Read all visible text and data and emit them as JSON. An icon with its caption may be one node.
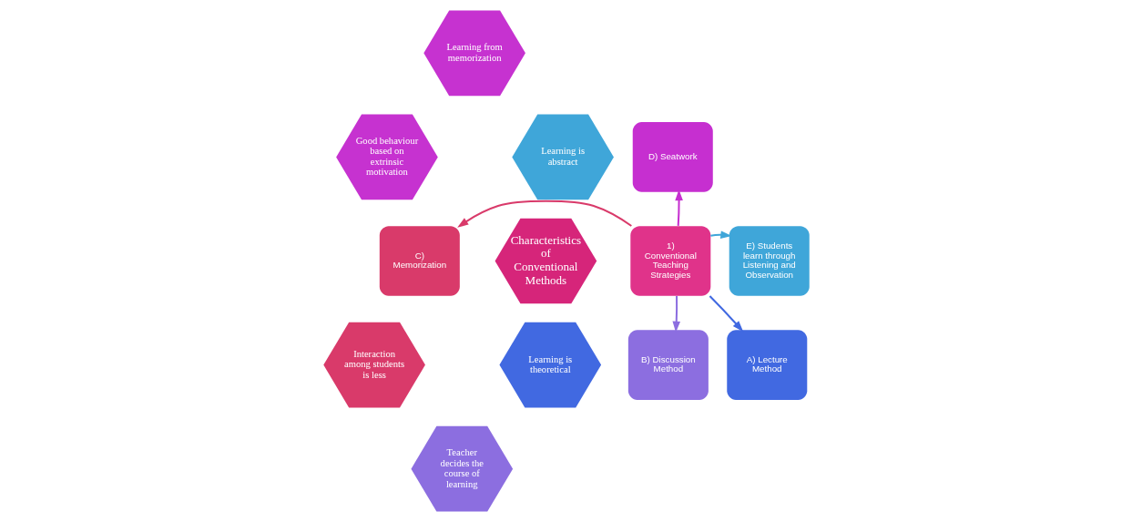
{
  "diagram": {
    "nodes": [
      {
        "text": [
          "Characteristics of Conventional Methods"
        ]
      },
      {
        "text": [
          "Learning from memorization"
        ]
      },
      {
        "text": [
          "Learning is abstract"
        ]
      },
      {
        "text": [
          "Learning is theoretical"
        ]
      },
      {
        "text": [
          "Teacher decides the course of learning"
        ]
      },
      {
        "text": [
          "Interaction among students is less"
        ]
      },
      {
        "text": [
          "Good behaviour based on extrinsic motivation"
        ]
      },
      {
        "text": [
          "D) Seatwork"
        ]
      },
      {
        "text": [
          "C) Memorization"
        ]
      },
      {
        "text": [
          "1) Conventional Teaching Strategies"
        ]
      },
      {
        "text": [
          "E) Students learn through Listening and Observation"
        ]
      },
      {
        "text": [
          "B) Discussion Method"
        ]
      },
      {
        "text": [
          "A) Lecture Method"
        ]
      }
    ],
    "edges": [
      {
        "from": 9,
        "to": 7,
        "arrow": "to",
        "color": "#c62fd0"
      },
      {
        "from": 9,
        "to": 8,
        "arrow": "to",
        "color": "#d93a6a"
      },
      {
        "from": 9,
        "to": 10,
        "arrow": "to",
        "color": "#3fa6d9"
      },
      {
        "from": 9,
        "to": 11,
        "arrow": "to",
        "color": "#8c6ee0"
      },
      {
        "from": 9,
        "to": 12,
        "arrow": "to",
        "color": "#4169e1"
      }
    ]
  }
}
